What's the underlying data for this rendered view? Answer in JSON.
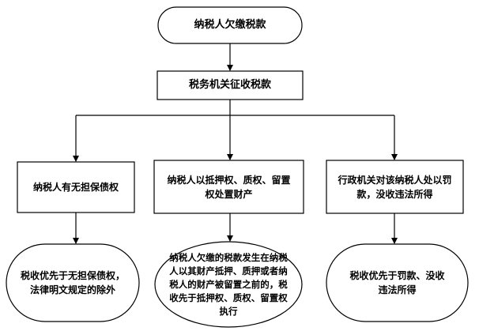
{
  "nodes": {
    "start": {
      "text": "纳税人欠缴税款",
      "shape": "rounded-rect"
    },
    "collect": {
      "text": "税务机关征收税款",
      "shape": "rect"
    },
    "branch1": {
      "text": "纳税人有无担保债权",
      "shape": "rect"
    },
    "branch2": {
      "text": "纳税人以抵押权、质权、留置权处置财产",
      "shape": "rect"
    },
    "branch3": {
      "text": "行政机关对该纳税人处以罚款，没收违法所得",
      "shape": "rect"
    },
    "result1": {
      "text": "税收优先于无担保债权，法律明文规定的除外",
      "shape": "ellipse"
    },
    "result2": {
      "text": "纳税人欠缴的税款发生在纳税人以其财产抵押、质押或者纳税人的财产被留置之前的，税收先于抵押权、质权、留置权执行",
      "shape": "ellipse"
    },
    "result3": {
      "text": "税收优先于罚款、没收违法所得",
      "shape": "ellipse"
    }
  },
  "edges": [
    {
      "from": "start",
      "to": "collect"
    },
    {
      "from": "collect",
      "to": "branch1"
    },
    {
      "from": "collect",
      "to": "branch2"
    },
    {
      "from": "collect",
      "to": "branch3"
    },
    {
      "from": "branch1",
      "to": "result1"
    },
    {
      "from": "branch2",
      "to": "result2"
    },
    {
      "from": "branch3",
      "to": "result3"
    }
  ]
}
